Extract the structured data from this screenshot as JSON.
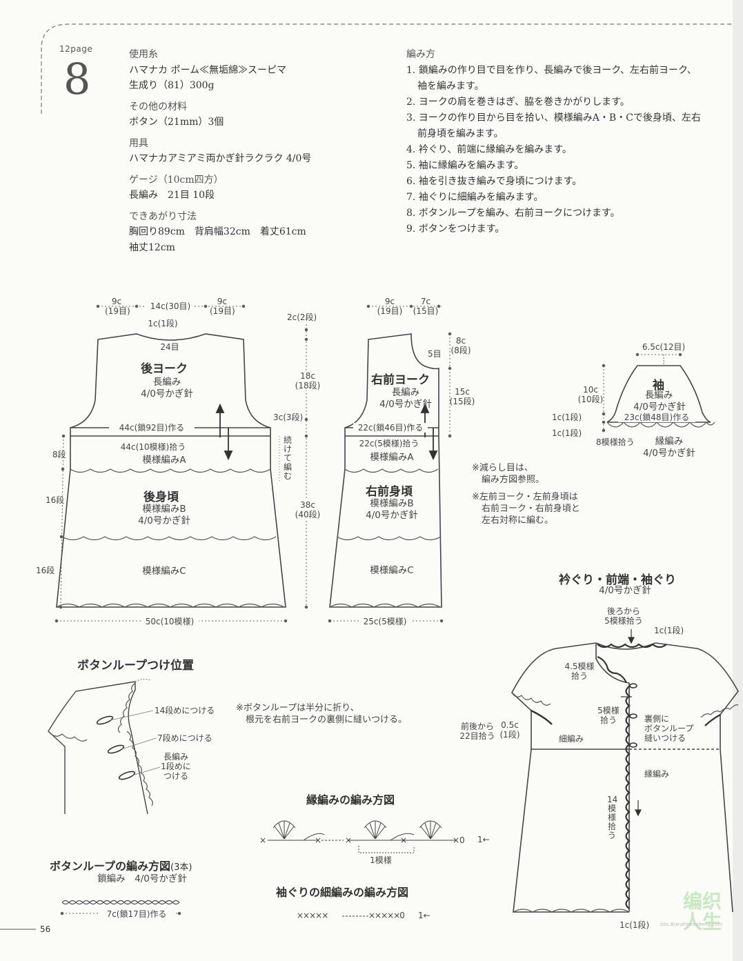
{
  "header": {
    "page_ref": "12page",
    "number": "8"
  },
  "materials": {
    "yarn_heading": "使用糸",
    "yarn_name": "ハマナカ ポーム≪無垢綿≫スーピマ",
    "yarn_color": "生成り（81）300g",
    "other_heading": "その他の材料",
    "other_value": "ボタン（21mm）3個",
    "tools_heading": "用具",
    "tools_value": "ハマナカアミアミ両かぎ針ラクラク 4/0号",
    "gauge_heading": "ゲージ（10cm四方）",
    "gauge_value": "長編み　21目 10段",
    "size_heading": "できあがり寸法",
    "size_value_1": "胸回り89cm　背肩幅32cm　着丈61cm",
    "size_value_2": "袖丈12cm"
  },
  "instructions": {
    "heading": "編み方",
    "steps": [
      "1. 鎖編みの作り目で目を作り、長編みで後ヨーク、左右前ヨーク、",
      "袖を編みます。",
      "2. ヨークの肩を巻きはぎ、脇を巻きかがりします。",
      "3. ヨークの作り目から目を拾い、模様編みA・B・Cで後身頃、左右",
      "前身頃を編みます。",
      "4. 衿ぐり、前端に縁編みを編みます。",
      "5. 袖に縁編みを編みます。",
      "6. 袖を引き抜き編みで身頃につけます。",
      "7. 袖ぐりに細編みを編みます。",
      "8. ボタンループを編み、右前ヨークにつけます。",
      "9. ボタンをつけます。"
    ]
  },
  "back": {
    "dim_top_left": "9c",
    "dim_top_left_sub": "(19目)",
    "dim_top_mid": "14c(30目)",
    "dim_top_right": "9c",
    "dim_top_right_sub": "(19目)",
    "neck_1": "1c(1段)",
    "neck_2": "24目",
    "yoke_title": "後ヨーク",
    "yoke_stitch": "長編み",
    "yoke_hook": "4/0号かぎ針",
    "chain": "44c(鎖92目)作る",
    "pickup": "44c(10模様)拾う",
    "pattern_a": "模様編みA",
    "rows_8": "8段",
    "body_title": "後身頃",
    "pattern_b": "模様編みB",
    "body_hook": "4/0号かぎ針",
    "rows_16a": "16段",
    "rows_16b": "16段",
    "pattern_c": "模様編みC",
    "bottom": "50c(10模様)"
  },
  "middle_dims": {
    "d1": "2c(2段)",
    "d2": "18c",
    "d2_sub": "(18段)",
    "d3": "3c(3段)",
    "d4": "38c",
    "d4_sub": "(40段)",
    "continue_label": "続けて編む"
  },
  "front": {
    "dim_top_left": "9c",
    "dim_top_left_sub": "(19目)",
    "dim_top_right": "7c",
    "dim_top_right_sub": "(15目)",
    "rows_5": "5目",
    "dim_right_1": "8c",
    "dim_right_1_sub": "(8段)",
    "dim_right_2": "15c",
    "dim_right_2_sub": "(15段)",
    "yoke_title": "右前ヨーク",
    "yoke_stitch": "長編み",
    "yoke_hook": "4/0号かぎ針",
    "chain": "22c(鎖46目)作る",
    "pickup": "22c(5模様)拾う",
    "pattern_a": "模様編みA",
    "body_title": "右前身頃",
    "pattern_b": "模様編みB",
    "body_hook": "4/0号かぎ針",
    "pattern_c": "模様編みC",
    "bottom": "25c(5模様)"
  },
  "sleeve": {
    "top": "6.5c(12目)",
    "title": "袖",
    "stitch": "長編み",
    "hook": "4/0号かぎ針",
    "chain": "23c(鎖48目)作る",
    "h1": "10c",
    "h1_sub": "(10段)",
    "h2": "1c(1段)",
    "h3": "1c(1段)",
    "pickup": "8模様拾う",
    "edge_name": "縁編み",
    "edge_hook": "4/0号かぎ針"
  },
  "notes": {
    "n1_a": "※減らし目は、",
    "n1_b": "編み方図参照。",
    "n2_a": "※左前ヨーク・左前身頃は",
    "n2_b": "右前ヨーク・右前身頃と",
    "n2_c": "左右対称に編む。"
  },
  "assembly": {
    "title": "衿ぐり・前端・袖ぐり",
    "hook": "4/0号かぎ針",
    "back_pick_a": "後ろから",
    "back_pick_b": "5模様拾う",
    "one_row": "1c(1段)",
    "pick45_a": "4.5模様",
    "pick45_b": "拾う",
    "pick5_a": "5模様",
    "pick5_b": "拾う",
    "inside_a": "裏側に",
    "inside_b": "ボタンループ",
    "inside_c": "縫いつける",
    "front_back_a": "前後から",
    "front_back_b": "22目拾う",
    "half_a": "0.5c",
    "half_b": "(1段)",
    "sc": "細編み",
    "edge": "縁編み",
    "pick14": "14模様拾う",
    "bottom_row": "1c(1段)"
  },
  "loop_position": {
    "title": "ボタンループつけ位置",
    "r14": "14段めにつける",
    "r7": "7段めにつける",
    "r1_a": "長編み",
    "r1_b": "1段めに",
    "r1_c": "つける"
  },
  "loop_note": {
    "a": "※ボタンループは半分に折り、",
    "b": "根元を右前ヨークの裏側に縫いつける。"
  },
  "edging_chart": {
    "title": "縁編みの編み方図",
    "repeat": "1模様",
    "x0": "×0",
    "arrow": "1←"
  },
  "loop_chart": {
    "title": "ボタンループの編み方図",
    "count": "(3本)",
    "sub": "鎖編み　4/0号かぎ針",
    "len": "7c(鎖17目)作る"
  },
  "armhole_chart": {
    "title": "袖ぐりの細編みの編み方図",
    "left_x": "×××××",
    "right_x": "×××××0",
    "arrow": "1←"
  },
  "footer": {
    "page": "56",
    "wm_1": "编织",
    "wm_2": "人生",
    "wm_url": "bbs.Bianzhirensheng.com"
  },
  "colors": {
    "ink": "#3a3a3a",
    "paper": "#fbfbf8",
    "watermark": "#c7e9c0"
  }
}
